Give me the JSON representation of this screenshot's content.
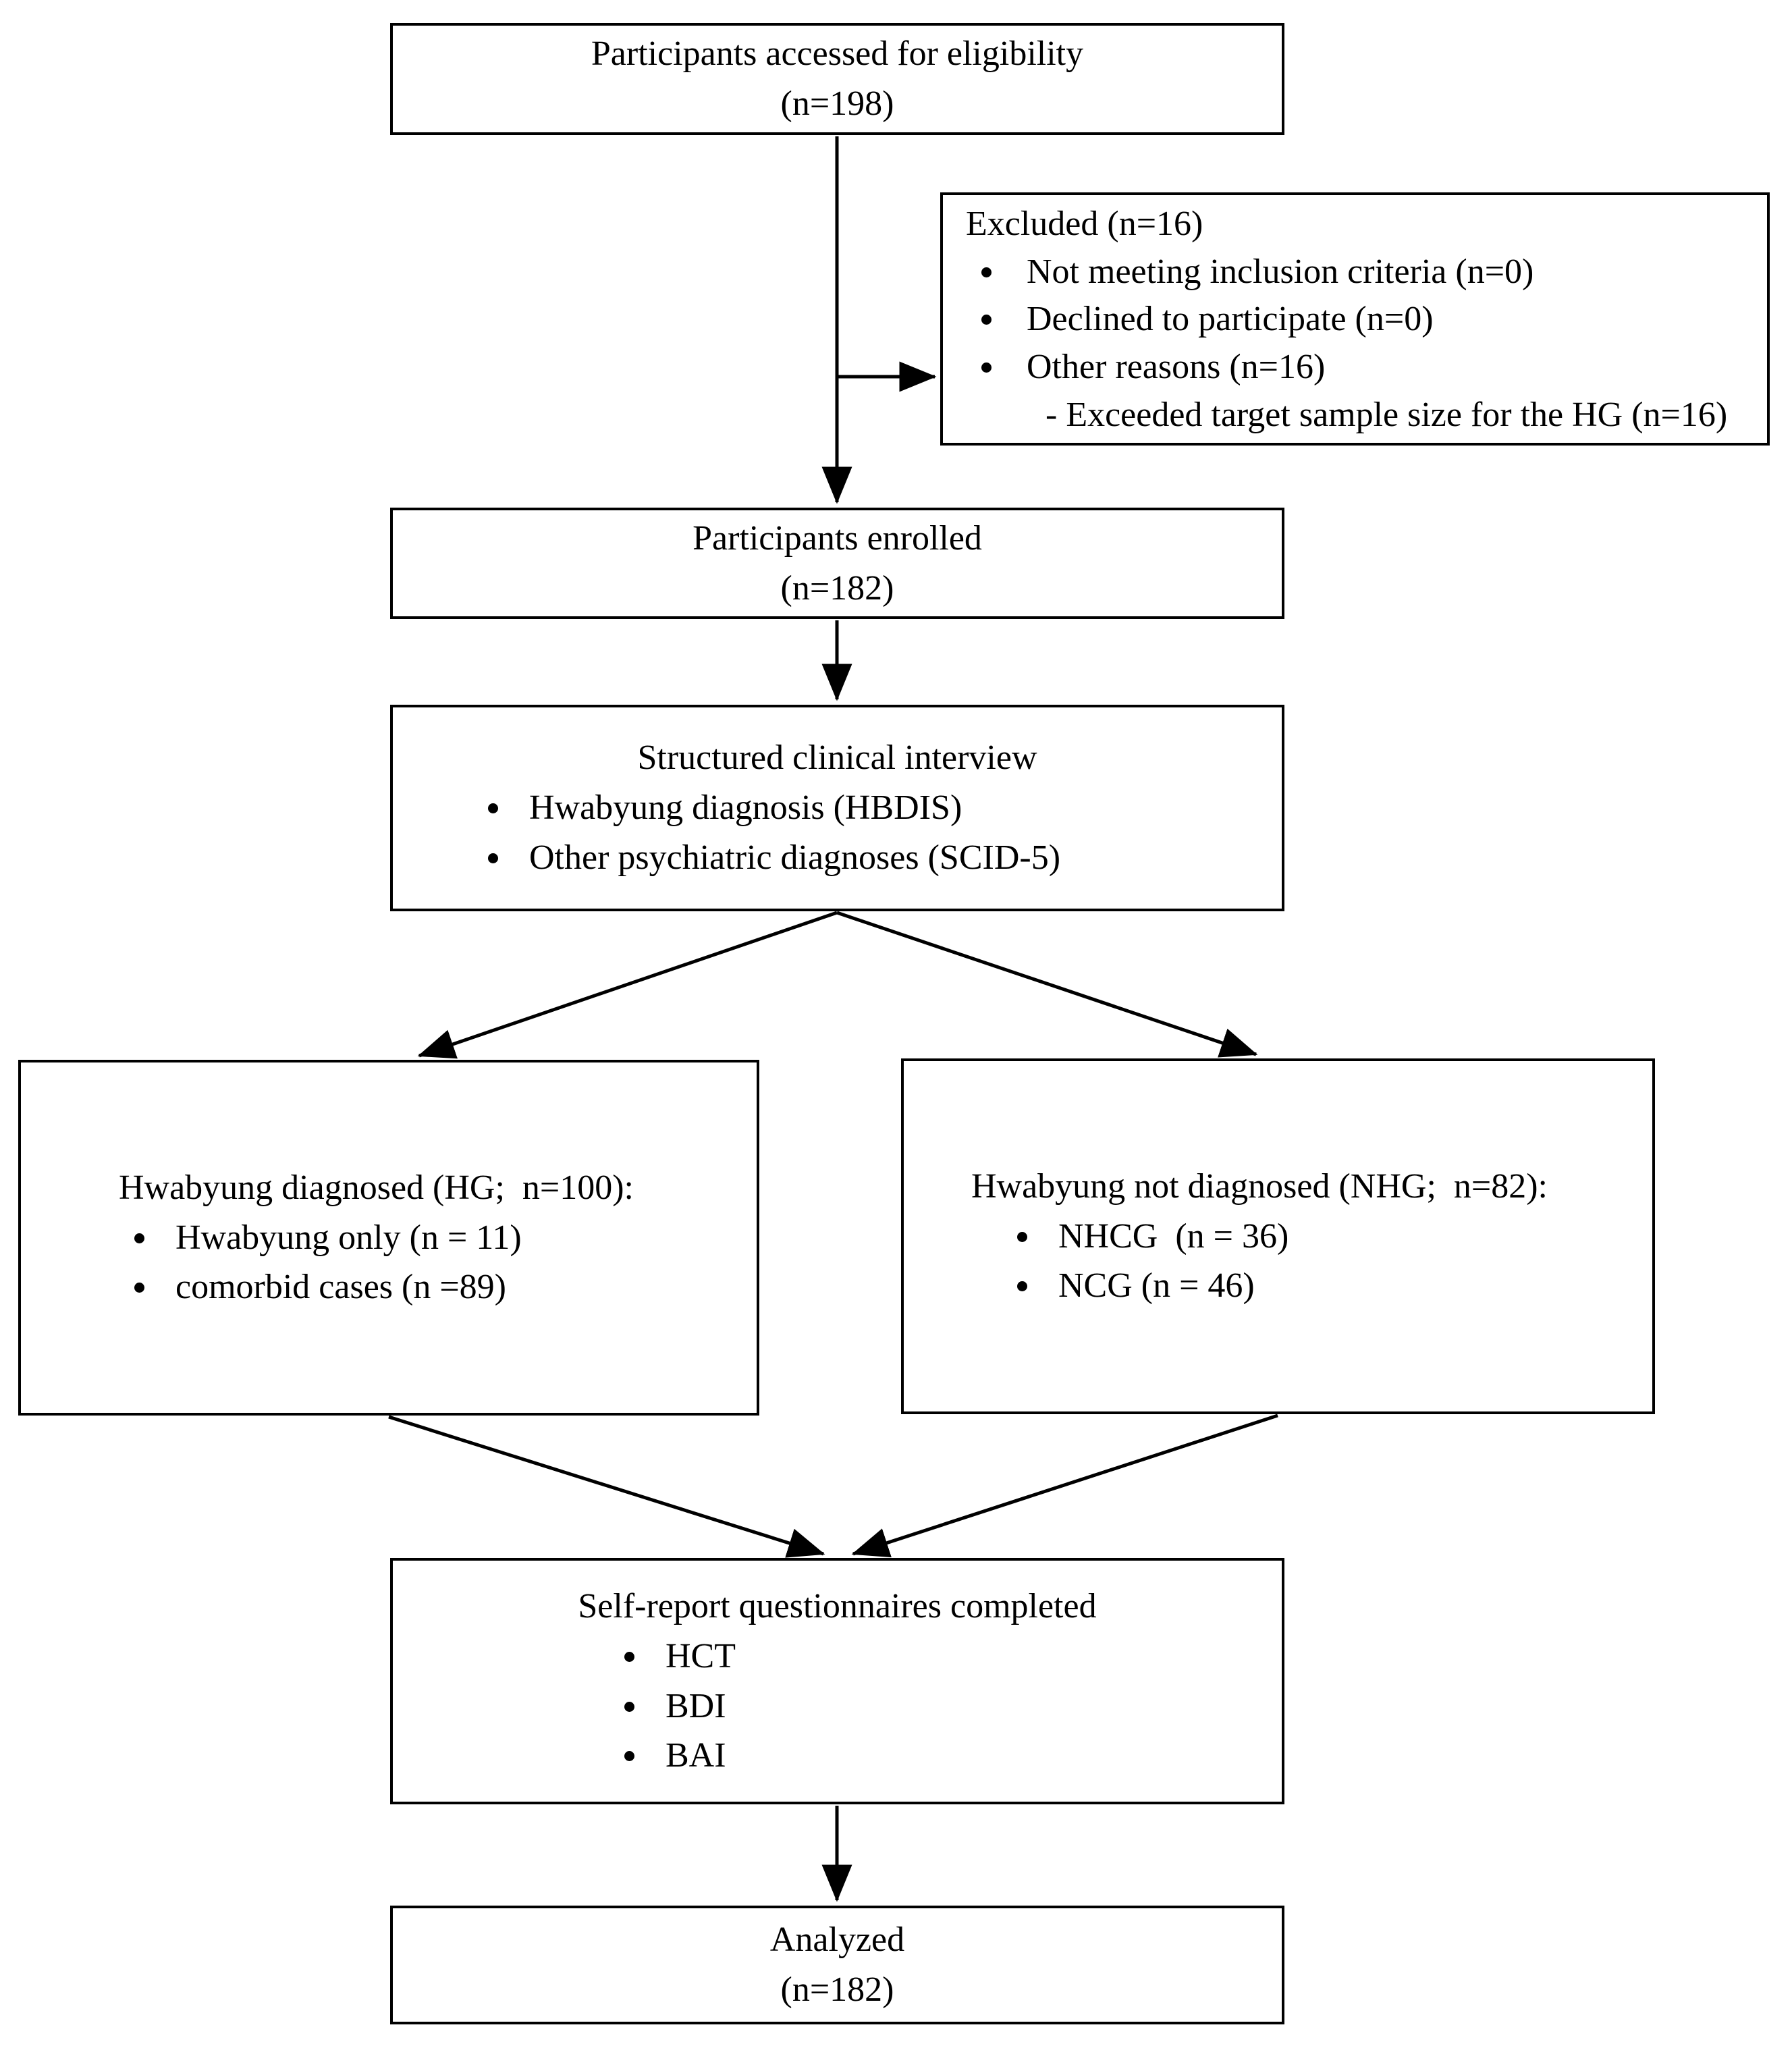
{
  "page": {
    "background_color": "#ffffff",
    "ink_color": "#000000",
    "description": "Participant flow diagram (CONSORT-style flowchart)"
  },
  "flow": {
    "eligibility": {
      "title": "Participants accessed for eligibility",
      "count": "(n=198)"
    },
    "excluded": {
      "title": "Excluded (n=16)",
      "items": [
        "Not meeting inclusion criteria (n=0)",
        "Declined to participate (n=0)",
        "Other reasons (n=16)"
      ],
      "sub_item": "- Exceeded target sample size for the HG (n=16)"
    },
    "enrolled": {
      "title": "Participants enrolled",
      "count": "(n=182)"
    },
    "interview": {
      "title": "Structured clinical interview",
      "items": [
        "Hwabyung diagnosis (HBDIS)",
        "Other psychiatric diagnoses (SCID-5)"
      ]
    },
    "hg": {
      "title": "Hwabyung diagnosed (HG;  n=100):",
      "items": [
        "Hwabyung only (n = 11)",
        "comorbid cases (n =89)"
      ]
    },
    "nhg": {
      "title": "Hwabyung not diagnosed (NHG;  n=82):",
      "items": [
        "NHCG  (n = 36)",
        "NCG (n = 46)"
      ]
    },
    "questionnaires": {
      "title": "Self-report questionnaires completed",
      "items": [
        "HCT",
        "BDI",
        "BAI"
      ]
    },
    "analyzed": {
      "title": "Analyzed",
      "count": "(n=182)"
    }
  }
}
